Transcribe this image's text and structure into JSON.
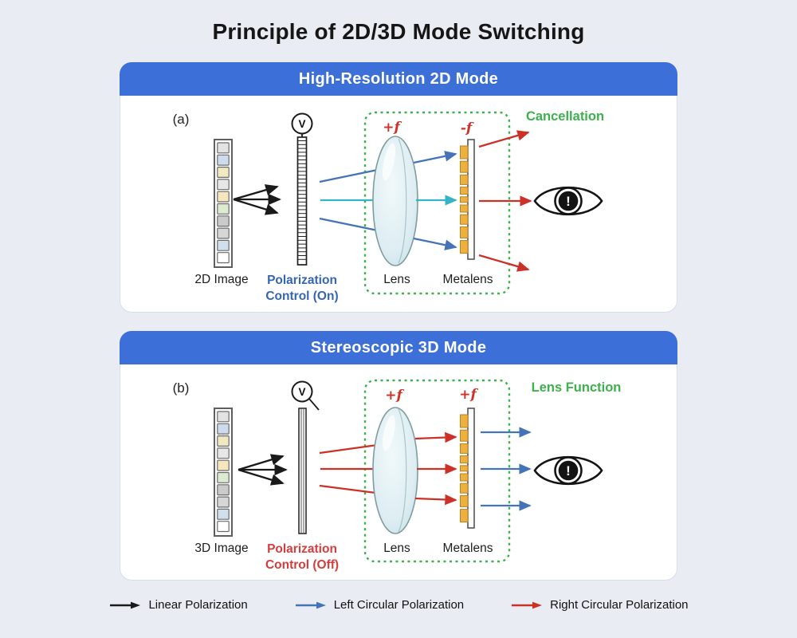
{
  "title": "Principle of 2D/3D Mode Switching",
  "colors": {
    "background": "#e9ecf2",
    "header_blue": "#3d6fd8",
    "green_annotation": "#3cb14c",
    "red_arrow": "#cc3128",
    "blue_arrow": "#4473b8",
    "cyan_arrow": "#35b4c8",
    "black_arrow": "#1a1a1a",
    "blue_label": "#3566b4",
    "red_label": "#d63c3c",
    "metalens_orange": "#eeb13e"
  },
  "panel_a": {
    "header": "High-Resolution 2D Mode",
    "tag": "(a)",
    "voltage": "V",
    "image_label": "2D Image",
    "polarization_line1": "Polarization",
    "polarization_line2": "Control (On)",
    "lens_focal": "+f",
    "metalens_focal": "-f",
    "lens_label": "Lens",
    "metalens_label": "Metalens",
    "annotation": "Cancellation",
    "eye_mark": "!"
  },
  "panel_b": {
    "header": "Stereoscopic 3D Mode",
    "tag": "(b)",
    "voltage": "V",
    "image_label": "3D Image",
    "polarization_line1": "Polarization",
    "polarization_line2": "Control (Off)",
    "lens_focal": "+f",
    "metalens_focal": "+f",
    "lens_label": "Lens",
    "metalens_label": "Metalens",
    "annotation": "Lens Function",
    "eye_mark": "!"
  },
  "legend": {
    "items": [
      {
        "label": "Linear Polarization",
        "color": "#1a1a1a"
      },
      {
        "label": "Left Circular Polarization",
        "color": "#4473b8"
      },
      {
        "label": "Right Circular Polarization",
        "color": "#cc3128"
      }
    ]
  },
  "pixel_strip_colors": [
    "#e3e3e3",
    "#ccdcec",
    "#f2e8c3",
    "#e7e7e7",
    "#f5e6bd",
    "#dcead0",
    "#cbcbcb",
    "#d6d6d6",
    "#cfdfeb",
    "#ffffff"
  ],
  "metalens_segment_heights": [
    16,
    14,
    12,
    9,
    7,
    9,
    12,
    14,
    16
  ]
}
